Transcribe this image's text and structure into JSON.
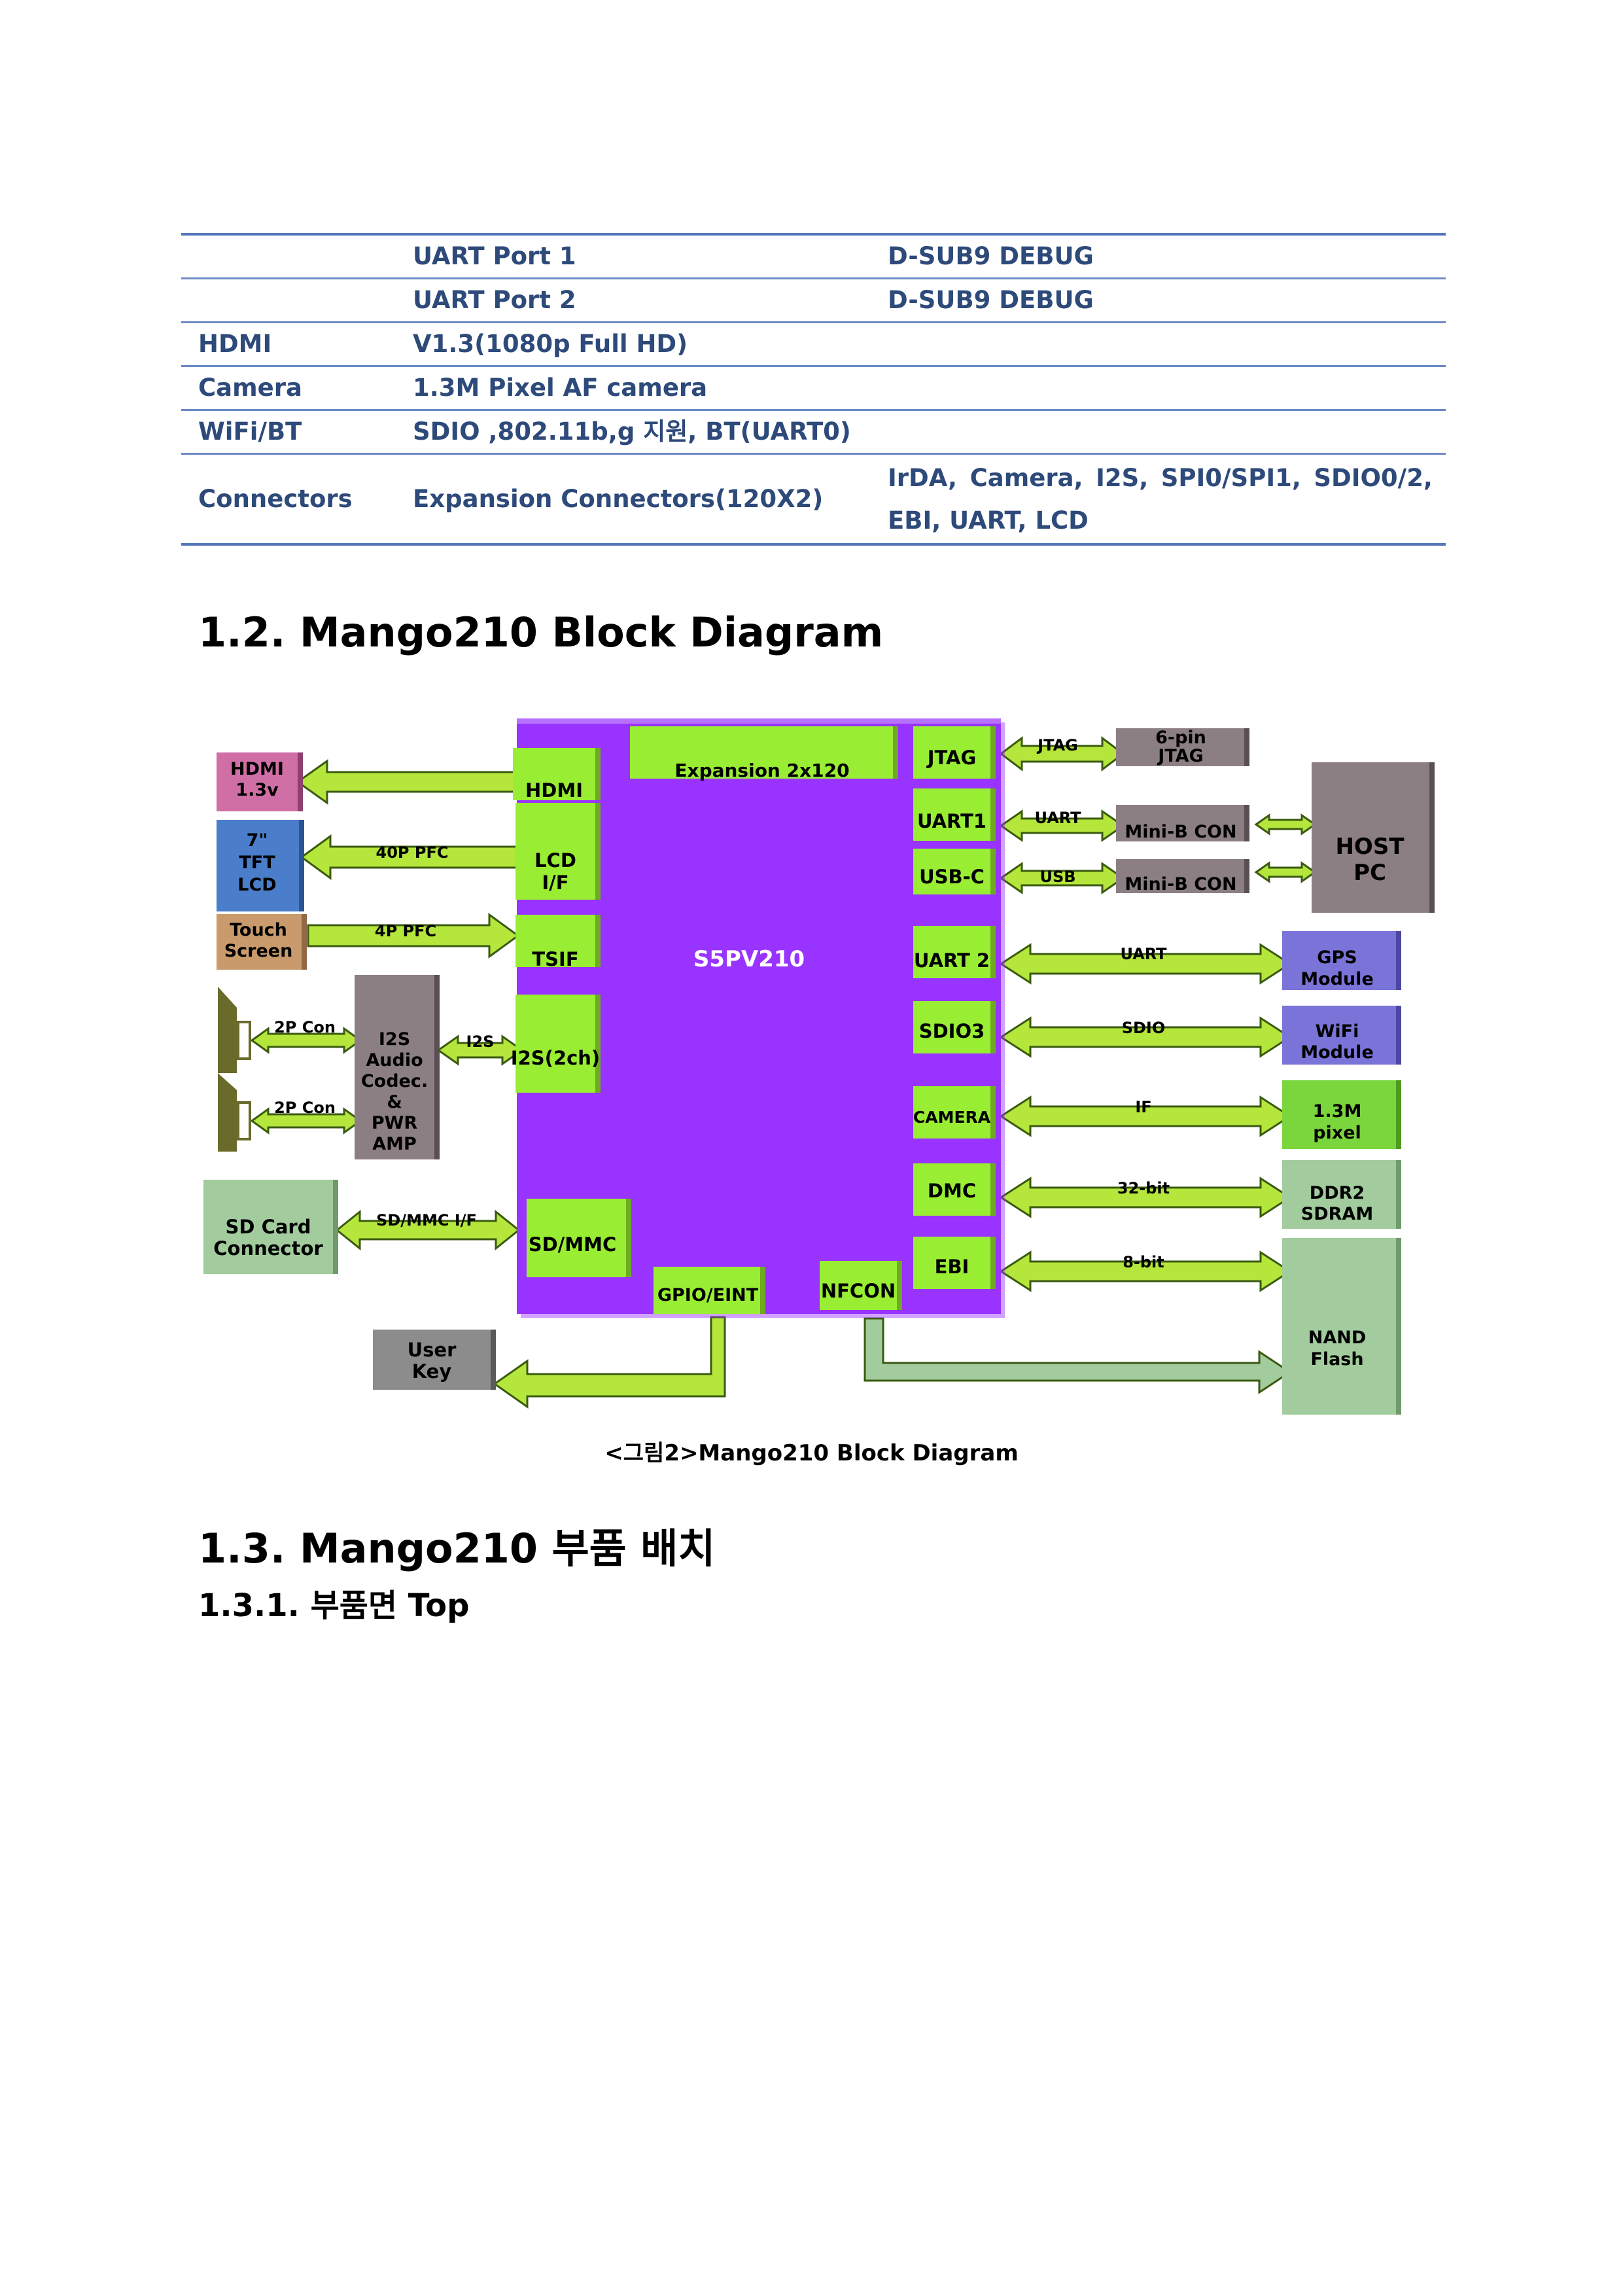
{
  "spec_table": {
    "rows": [
      {
        "c1": "",
        "c2": "UART Port 1",
        "c3": "D-SUB9 DEBUG"
      },
      {
        "c1": "",
        "c2": "UART Port 2",
        "c3": "D-SUB9 DEBUG"
      },
      {
        "c1": "HDMI",
        "c2": "V1.3(1080p Full HD)",
        "c3": ""
      },
      {
        "c1": "Camera",
        "c2": "1.3M Pixel AF camera",
        "c3": ""
      },
      {
        "c1": "WiFi/BT",
        "c2": "SDIO ,802.11b,g 지원, BT(UART0)",
        "c3": ""
      },
      {
        "c1": "Connectors",
        "c2": "Expansion Connectors(120X2)",
        "c3": "IrDA, Camera, I2S, SPI0/SPI1, SDIO0/2, EBI, UART, LCD"
      }
    ]
  },
  "section_block": {
    "title": "1.2. Mango210 Block Diagram"
  },
  "diagram": {
    "cpu": "S5PV210",
    "expansion": "Expansion 2x120",
    "cpu_blocks": {
      "hdmi": "HDMI",
      "lcd_line1": "LCD",
      "lcd_line2": "I/F",
      "tsif": "TSIF",
      "i2s": "I2S(2ch)",
      "sdmmc": "SD/MMC",
      "gpio": "GPIO/EINT",
      "nfcon": "NFCON",
      "jtag": "JTAG",
      "uart1": "UART1",
      "usbc": "USB-C",
      "uart2": "UART 2",
      "sdio3": "SDIO3",
      "camera": "CAMERA",
      "dmc": "DMC",
      "ebi": "EBI"
    },
    "ext_blocks": {
      "hdmi_line1": "HDMI",
      "hdmi_line2": "1.3v",
      "tft_line1": "7\"",
      "tft_line2": "TFT",
      "tft_line3": "LCD",
      "touch_line1": "Touch",
      "touch_line2": "Screen",
      "audio_line1": "I2S",
      "audio_line2": "Audio",
      "audio_line3": "Codec.",
      "audio_line4": "&",
      "audio_line5": "PWR",
      "audio_line6": "AMP",
      "sdcard_line1": "SD Card",
      "sdcard_line2": "Connector",
      "userkey_line1": "User",
      "userkey_line2": "Key",
      "jtag6_line1": "6-pin",
      "jtag6_line2": "JTAG",
      "minib1": "Mini-B CON",
      "minib2": "Mini-B CON",
      "host_line1": "HOST",
      "host_line2": "PC",
      "gps_line1": "GPS",
      "gps_line2": "Module",
      "wifi_line1": "WiFi",
      "wifi_line2": "Module",
      "cam13_line1": "1.3M",
      "cam13_line2": "pixel",
      "ddr2_line1": "DDR2",
      "ddr2_line2": "SDRAM",
      "nand_line1": "NAND",
      "nand_line2": "Flash"
    },
    "arrow_labels": {
      "pfc40": "40P PFC",
      "pfc4": "4P PFC",
      "con2p_a": "2P Con",
      "con2p_b": "2P Con",
      "i2s": "I2S",
      "sdmmc_if": "SD/MMC I/F",
      "jtag": "JTAG",
      "uart": "UART",
      "usb": "USB",
      "uart_gps": "UART",
      "sdio": "SDIO",
      "if": "IF",
      "bit32": "32-bit",
      "bit8": "8-bit"
    },
    "colors": {
      "cpu": "#9933ff",
      "block_green": "#99ee33",
      "arrow_green": "#b5e63c",
      "gray": "#8c7f84",
      "hdmi_pink": "#d06fa6",
      "tft_blue": "#4a7ecb",
      "touch_tan": "#c99a6b",
      "periph_purple": "#7a74d8",
      "cam_green": "#7bd63d",
      "light_green": "#a2cc9e"
    }
  },
  "caption": "<그림2>Mango210 Block Diagram",
  "section_place": {
    "title": "1.3. Mango210 부품 배치"
  },
  "subsection": {
    "title": "1.3.1. 부품면 Top"
  }
}
